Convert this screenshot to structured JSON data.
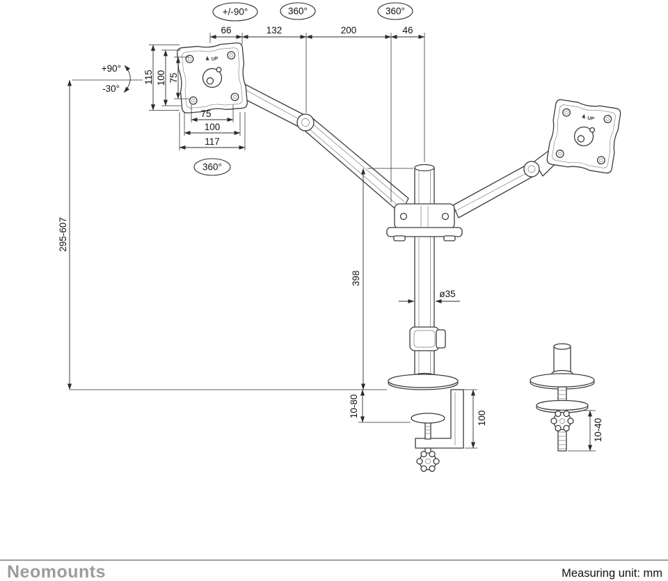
{
  "footer": {
    "brand": "Neomounts",
    "measuring_unit": "Measuring unit: mm"
  },
  "rotation_labels": {
    "top_left": "+/-90°",
    "top_middle": "360°",
    "top_right": "360°",
    "tilt_up": "+90°",
    "tilt_down": "-30°",
    "vesa_plate": "360°"
  },
  "dimensions": {
    "top_chain": [
      "66",
      "132",
      "200",
      "46"
    ],
    "vesa_vertical": [
      "115",
      "100",
      "75"
    ],
    "vesa_horizontal": [
      "75",
      "100",
      "117"
    ],
    "height_range": "295-607",
    "pole_length": "398",
    "pole_diameter": "ø35",
    "clamp_range": "10-80",
    "clamp_height": "100",
    "grommet_range": "10-40"
  },
  "plate": {
    "up_label": "UP"
  },
  "colors": {
    "line": "#3a3a3a",
    "dimension_line": "#2b2b2b",
    "brand_gray": "#9c9c9c",
    "text": "#111111"
  }
}
